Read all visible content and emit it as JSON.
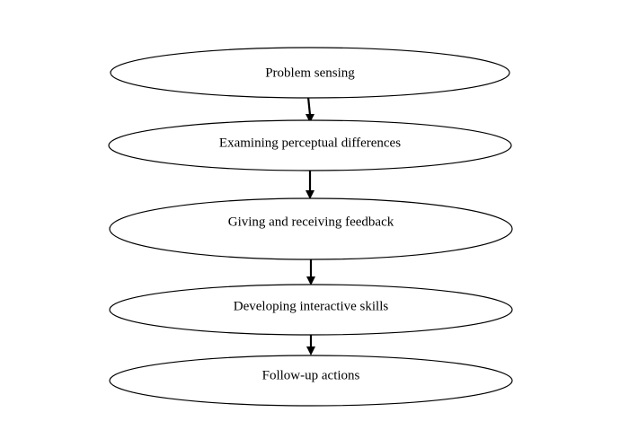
{
  "diagram": {
    "type": "flowchart",
    "direction": "top-to-bottom",
    "steps": [
      {
        "label": "Problem sensing"
      },
      {
        "label": "Examining perceptual differences"
      },
      {
        "label": "Giving and receiving feedback"
      },
      {
        "label": "Developing interactive skills"
      },
      {
        "label": "Follow-up actions"
      }
    ],
    "connections": [
      {
        "from": 0,
        "to": 1
      },
      {
        "from": 1,
        "to": 2
      },
      {
        "from": 2,
        "to": 3
      },
      {
        "from": 3,
        "to": 4
      }
    ]
  }
}
